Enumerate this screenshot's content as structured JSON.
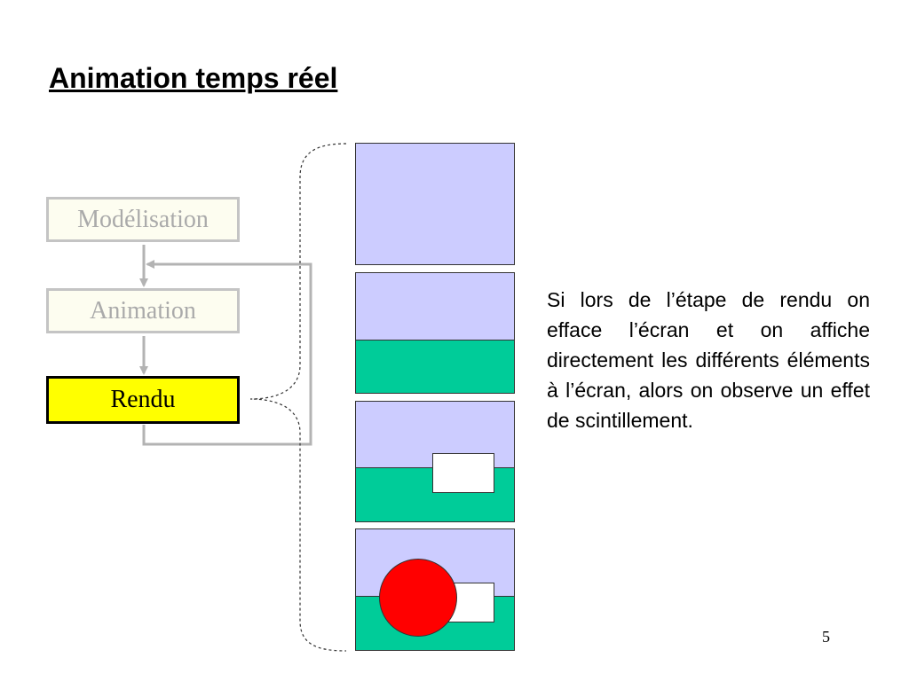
{
  "slide": {
    "title": "Animation temps réel",
    "page_number": "5"
  },
  "pipeline": {
    "steps": [
      {
        "label": "Modélisation",
        "state": "inactive"
      },
      {
        "label": "Animation",
        "state": "inactive"
      },
      {
        "label": "Rendu",
        "state": "active"
      }
    ],
    "loop": "Rendu -> Animation"
  },
  "frames": [
    {
      "content": [
        "sky"
      ]
    },
    {
      "content": [
        "sky",
        "ground"
      ]
    },
    {
      "content": [
        "sky",
        "ground",
        "rectangle"
      ]
    },
    {
      "content": [
        "sky",
        "ground",
        "rectangle",
        "circle"
      ]
    }
  ],
  "description": "Si lors de l’étape de rendu on efface l’écran et on affiche directement les différents éléments à l’écran, alors on observe un effet de scintillement.",
  "colors": {
    "sky": "#ccccff",
    "ground": "#00cc99",
    "circle": "#ff0000",
    "active_step": "#ffff00",
    "inactive_step": "#fdfdf0",
    "connector": "#b3b3b3"
  }
}
